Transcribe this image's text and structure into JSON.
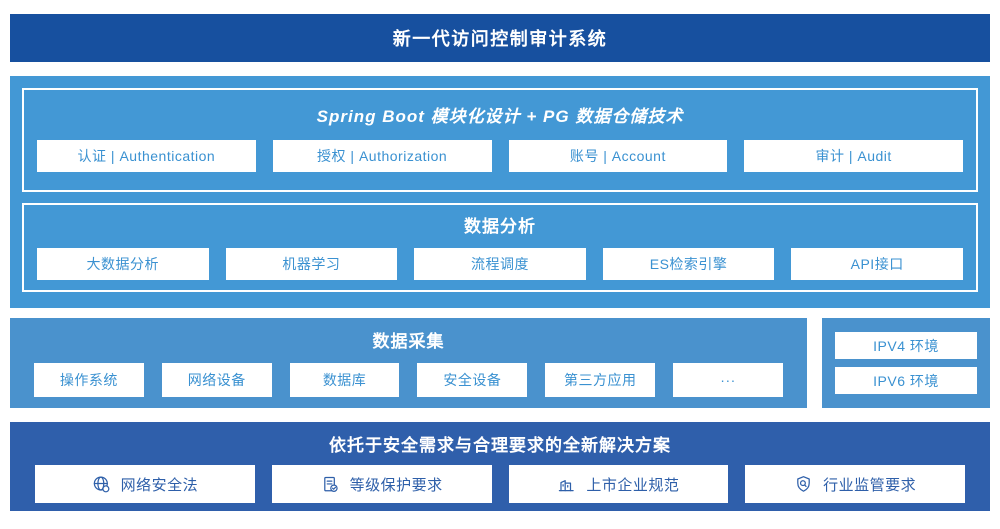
{
  "banner": {
    "title": "新一代访问控制审计系统"
  },
  "platform": {
    "modules": {
      "title": "Spring Boot 模块化设计 + PG 数据仓储技术",
      "items": [
        "认证 | Authentication",
        "授权 | Authorization",
        "账号 | Account",
        "审计 | Audit"
      ]
    },
    "analysis": {
      "title": "数据分析",
      "items": [
        "大数据分析",
        "机器学习",
        "流程调度",
        "ES检索引擎",
        "API接口"
      ]
    }
  },
  "collection": {
    "title": "数据采集",
    "items": [
      "操作系统",
      "网络设备",
      "数据库",
      "安全设备",
      "第三方应用",
      "···"
    ]
  },
  "environment": {
    "items": [
      "IPV4 环境",
      "IPV6 环境"
    ]
  },
  "solution": {
    "title": "依托于安全需求与合理要求的全新解决方案",
    "items": [
      {
        "icon": "globe-icon",
        "label": "网络安全法"
      },
      {
        "icon": "document-check-icon",
        "label": "等级保护要求"
      },
      {
        "icon": "buildings-icon",
        "label": "上市企业规范"
      },
      {
        "icon": "shield-search-icon",
        "label": "行业监管要求"
      }
    ]
  },
  "colors": {
    "banner_bg": "#17509f",
    "platform_bg": "#4398d5",
    "collection_bg": "#4a92cd",
    "solution_bg": "#2f5fab",
    "light_box_text": "#3a91d1",
    "solution_box_text": "#2e5fa9",
    "box_bg": "#ffffff"
  }
}
